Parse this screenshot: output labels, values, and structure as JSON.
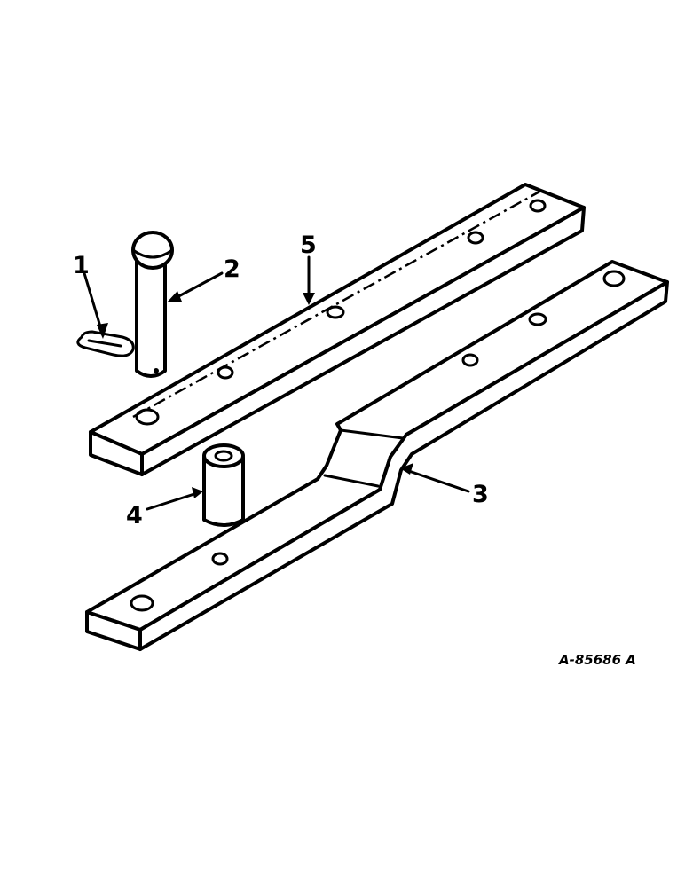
{
  "callouts": [
    {
      "id": "1",
      "label": "1"
    },
    {
      "id": "2",
      "label": "2"
    },
    {
      "id": "3",
      "label": "3"
    },
    {
      "id": "4",
      "label": "4"
    },
    {
      "id": "5",
      "label": "5"
    }
  ],
  "part_code": "A-85686 A"
}
